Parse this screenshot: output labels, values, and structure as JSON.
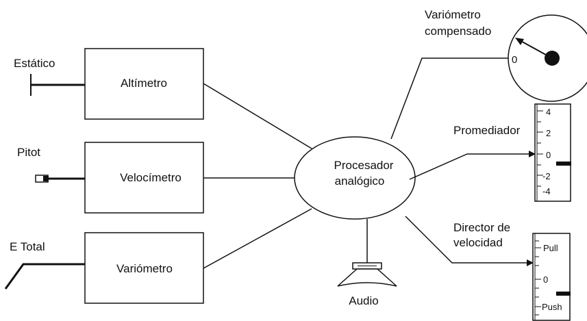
{
  "inputs": {
    "static_label": "Estático",
    "pitot_label": "Pitot",
    "total_energy_label": "E Total"
  },
  "blocks": {
    "altimeter": "Altímetro",
    "airspeed": "Velocímetro",
    "variometer": "Variómetro"
  },
  "processor": {
    "line1": "Procesador",
    "line2": "analógico"
  },
  "outputs": {
    "compensated_variometer_line1": "Variómetro",
    "compensated_variometer_line2": "compensado",
    "compensated_dial_zero": "0",
    "averager_label": "Promediador",
    "averager_ticks": [
      "4",
      "2",
      "0",
      "-2",
      "-4"
    ],
    "speed_director_line1": "Director de",
    "speed_director_line2": "velocidad",
    "speed_director_ticks": [
      "Pull",
      "0",
      "Push"
    ],
    "audio_label": "Audio"
  },
  "colors": {
    "stroke": "#111111",
    "background": "#ffffff"
  }
}
